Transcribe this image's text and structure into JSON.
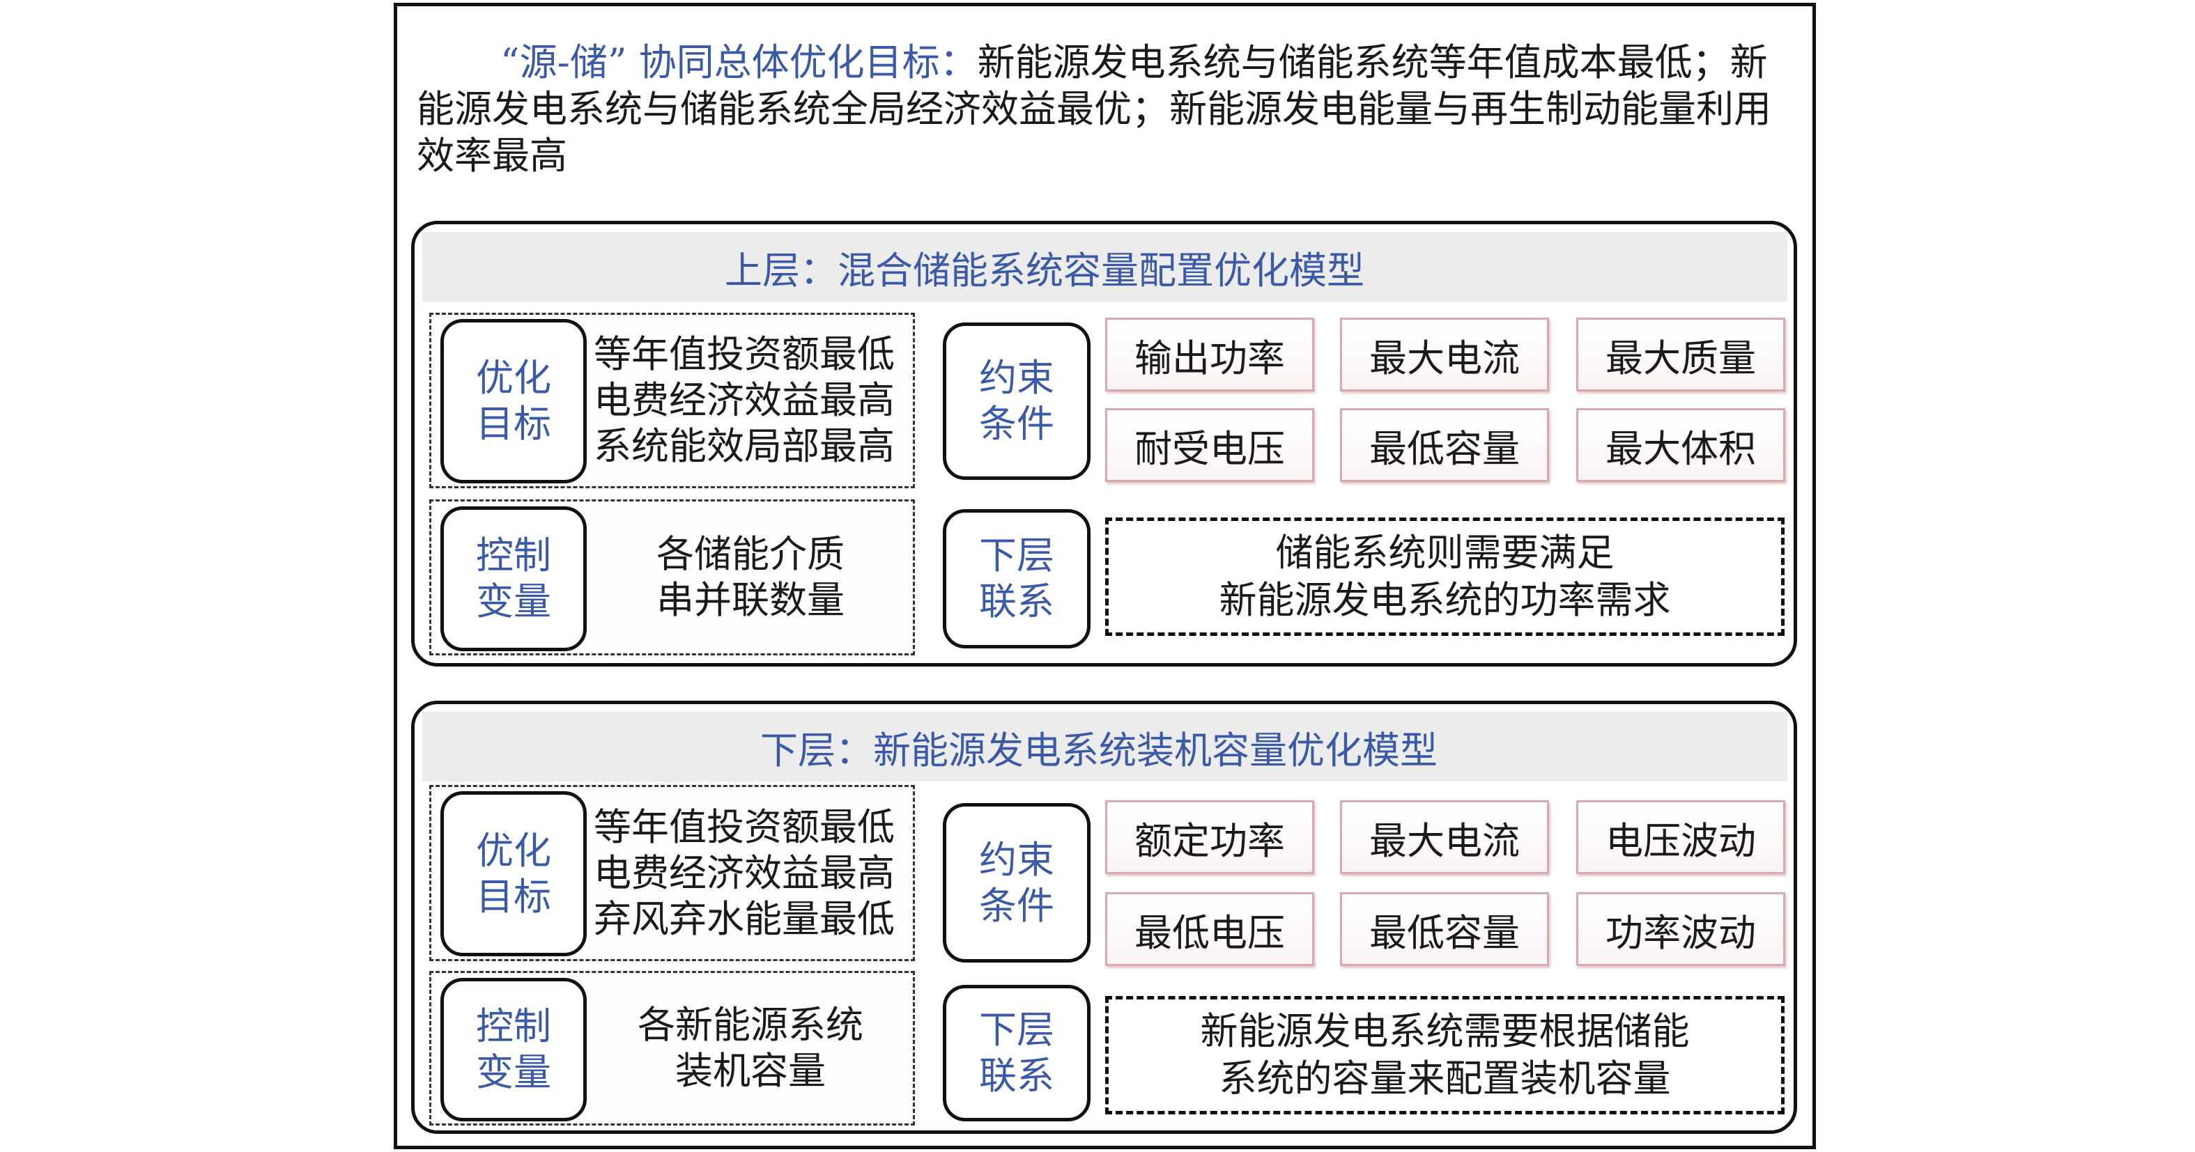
{
  "intro": {
    "highlight": "“源-储” 协同总体优化目标：",
    "text": "新能源发电系统与储能系统等年值成本最低；新能源发电系统与储能系统全局经济效益最优；新能源发电能量与再生制动能量利用效率最高"
  },
  "upper": {
    "title": "上层：混合储能系统容量配置优化模型",
    "goal_label": [
      "优化",
      "目标"
    ],
    "goals": [
      "等年值投资额最低",
      "电费经济效益最高",
      "系统能效局部最高"
    ],
    "control_label": [
      "控制",
      "变量"
    ],
    "controls": [
      "各储能介质",
      "串并联数量"
    ],
    "constraint_label": [
      "约束",
      "条件"
    ],
    "constraints": [
      "输出功率",
      "最大电流",
      "最大质量",
      "耐受电压",
      "最低容量",
      "最大体积"
    ],
    "link_label": [
      "下层",
      "联系"
    ],
    "link": [
      "储能系统则需要满足",
      "新能源发电系统的功率需求"
    ]
  },
  "lower": {
    "title": "下层：新能源发电系统装机容量优化模型",
    "goal_label": [
      "优化",
      "目标"
    ],
    "goals": [
      "等年值投资额最低",
      "电费经济效益最高",
      "弃风弃水能量最低"
    ],
    "control_label": [
      "控制",
      "变量"
    ],
    "controls": [
      "各新能源系统",
      "装机容量"
    ],
    "constraint_label": [
      "约束",
      "条件"
    ],
    "constraints": [
      "额定功率",
      "最大电流",
      "电压波动",
      "最低电压",
      "最低容量",
      "功率波动"
    ],
    "link_label": [
      "下层",
      "联系"
    ],
    "link": [
      "新能源发电系统需要根据储能",
      "系统的容量来配置装机容量"
    ]
  }
}
